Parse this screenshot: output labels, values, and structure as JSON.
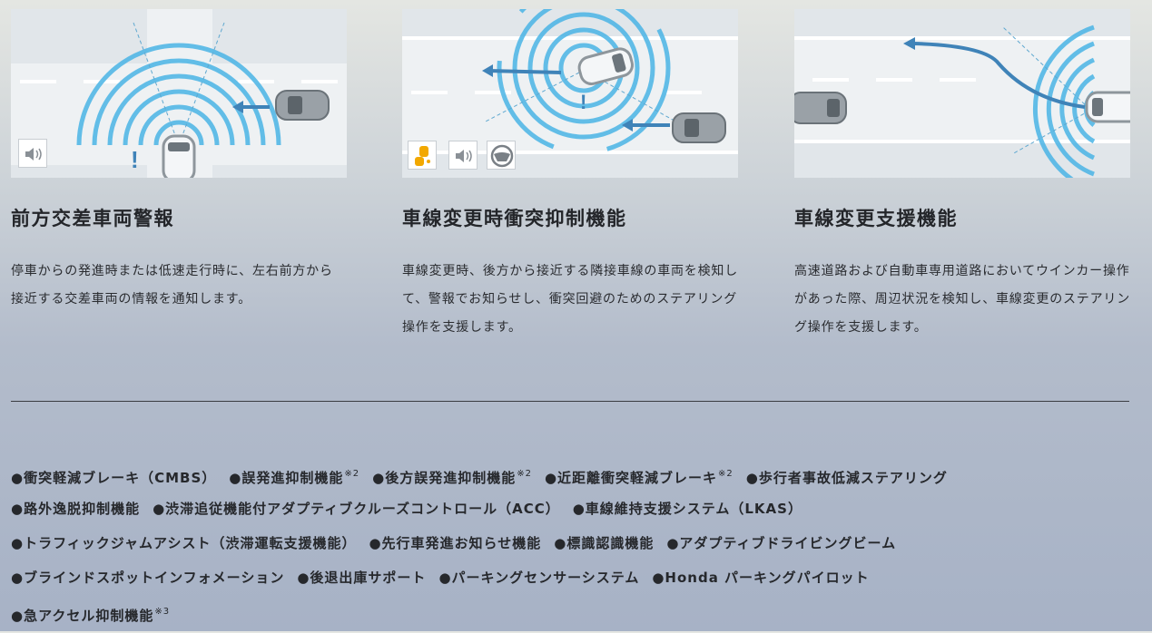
{
  "panels": [
    {
      "title": "前方交差車両警報",
      "description": "停車からの発進時または低速走行時に、左右前方から接近する交差車両の情報を通知します。",
      "badges": [
        "speaker-icon"
      ]
    },
    {
      "title": "車線変更時衝突抑制機能",
      "description": "車線変更時、後方から接近する隣接車線の車両を検知して、警報でお知らせし、衝突回避のためのステアリング操作を支援します。",
      "badges": [
        "car-warning-icon",
        "speaker-icon",
        "steering-wheel-icon"
      ]
    },
    {
      "title": "車線変更支援機能",
      "description": "高速道路および自動車専用道路においてウインカー操作があった際、周辺状況を検知し、車線変更のステアリング操作を支援します。",
      "badges": []
    }
  ],
  "feature_lines": [
    [
      {
        "label": "●衝突軽減ブレーキ（CMBS）",
        "note": ""
      },
      {
        "label": "●誤発進抑制機能",
        "note": "※2"
      },
      {
        "label": "●後方誤発進抑制機能",
        "note": "※2"
      },
      {
        "label": "●近距離衝突軽減ブレーキ",
        "note": "※2"
      },
      {
        "label": "●歩行者事故低減ステアリング",
        "note": ""
      }
    ],
    [
      {
        "label": "●路外逸脱抑制機能",
        "note": ""
      },
      {
        "label": "●渋滞追従機能付アダプティブクルーズコントロール（ACC）",
        "note": ""
      },
      {
        "label": "●車線維持支援システム（LKAS）",
        "note": ""
      }
    ],
    [
      {
        "label": "●トラフィックジャムアシスト（渋滞運転支援機能）",
        "note": ""
      },
      {
        "label": "●先行車発進お知らせ機能",
        "note": ""
      },
      {
        "label": "●標識認識機能",
        "note": ""
      },
      {
        "label": "●アダプティブドライビングビーム",
        "note": ""
      }
    ],
    [
      {
        "label": "●ブラインドスポットインフォメーション",
        "note": ""
      },
      {
        "label": "●後退出庫サポート",
        "note": ""
      },
      {
        "label": "●パーキングセンサーシステム",
        "note": ""
      },
      {
        "label": "●Honda パーキングパイロット",
        "note": ""
      }
    ],
    [
      {
        "label": "●急アクセル抑制機能",
        "note": "※3"
      }
    ]
  ],
  "colors": {
    "sensor_blue": "#5ab8e6",
    "arrow_blue": "#4a8fc8",
    "warning_orange": "#f2a800",
    "road": "#dfe4e8"
  }
}
